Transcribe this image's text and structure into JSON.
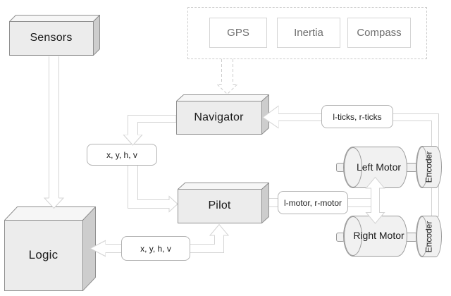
{
  "diagram_title": "",
  "colors": {
    "background": "#ffffff",
    "box_face": "#ececec",
    "box_top_face": "#f6f6f6",
    "box_side_face": "#cdcdcd",
    "box_stroke": "#8f8f8f",
    "connector": "#d4d4d4",
    "dashed_border": "#cccccc",
    "label_border": "#b3b3b3",
    "chip_border": "#d4d4d4",
    "chip_text": "#6e6e6e",
    "cylinder_fill": "#f1f1f1",
    "cylinder_stroke": "#9a9a9a",
    "text": "#1a1a1a"
  },
  "nodes": {
    "sensors": {
      "label": "Sensors"
    },
    "navigator": {
      "label": "Navigator"
    },
    "pilot": {
      "label": "Pilot"
    },
    "logic": {
      "label": "Logic"
    },
    "left_motor": {
      "label": "Left Motor"
    },
    "right_motor": {
      "label": "Right Motor"
    },
    "left_encoder": {
      "label": "Encoder"
    },
    "right_encoder": {
      "label": "Encoder"
    }
  },
  "sensor_group": {
    "items": [
      {
        "label": "GPS"
      },
      {
        "label": "Inertia"
      },
      {
        "label": "Compass"
      }
    ]
  },
  "connector_labels": {
    "nav_state": {
      "label": "x, y, h, v"
    },
    "logic_state": {
      "label": "x, y, h, v"
    },
    "ticks": {
      "label": "l-ticks, r-ticks"
    },
    "motor_cmd": {
      "label": "l-motor, r-motor"
    }
  }
}
